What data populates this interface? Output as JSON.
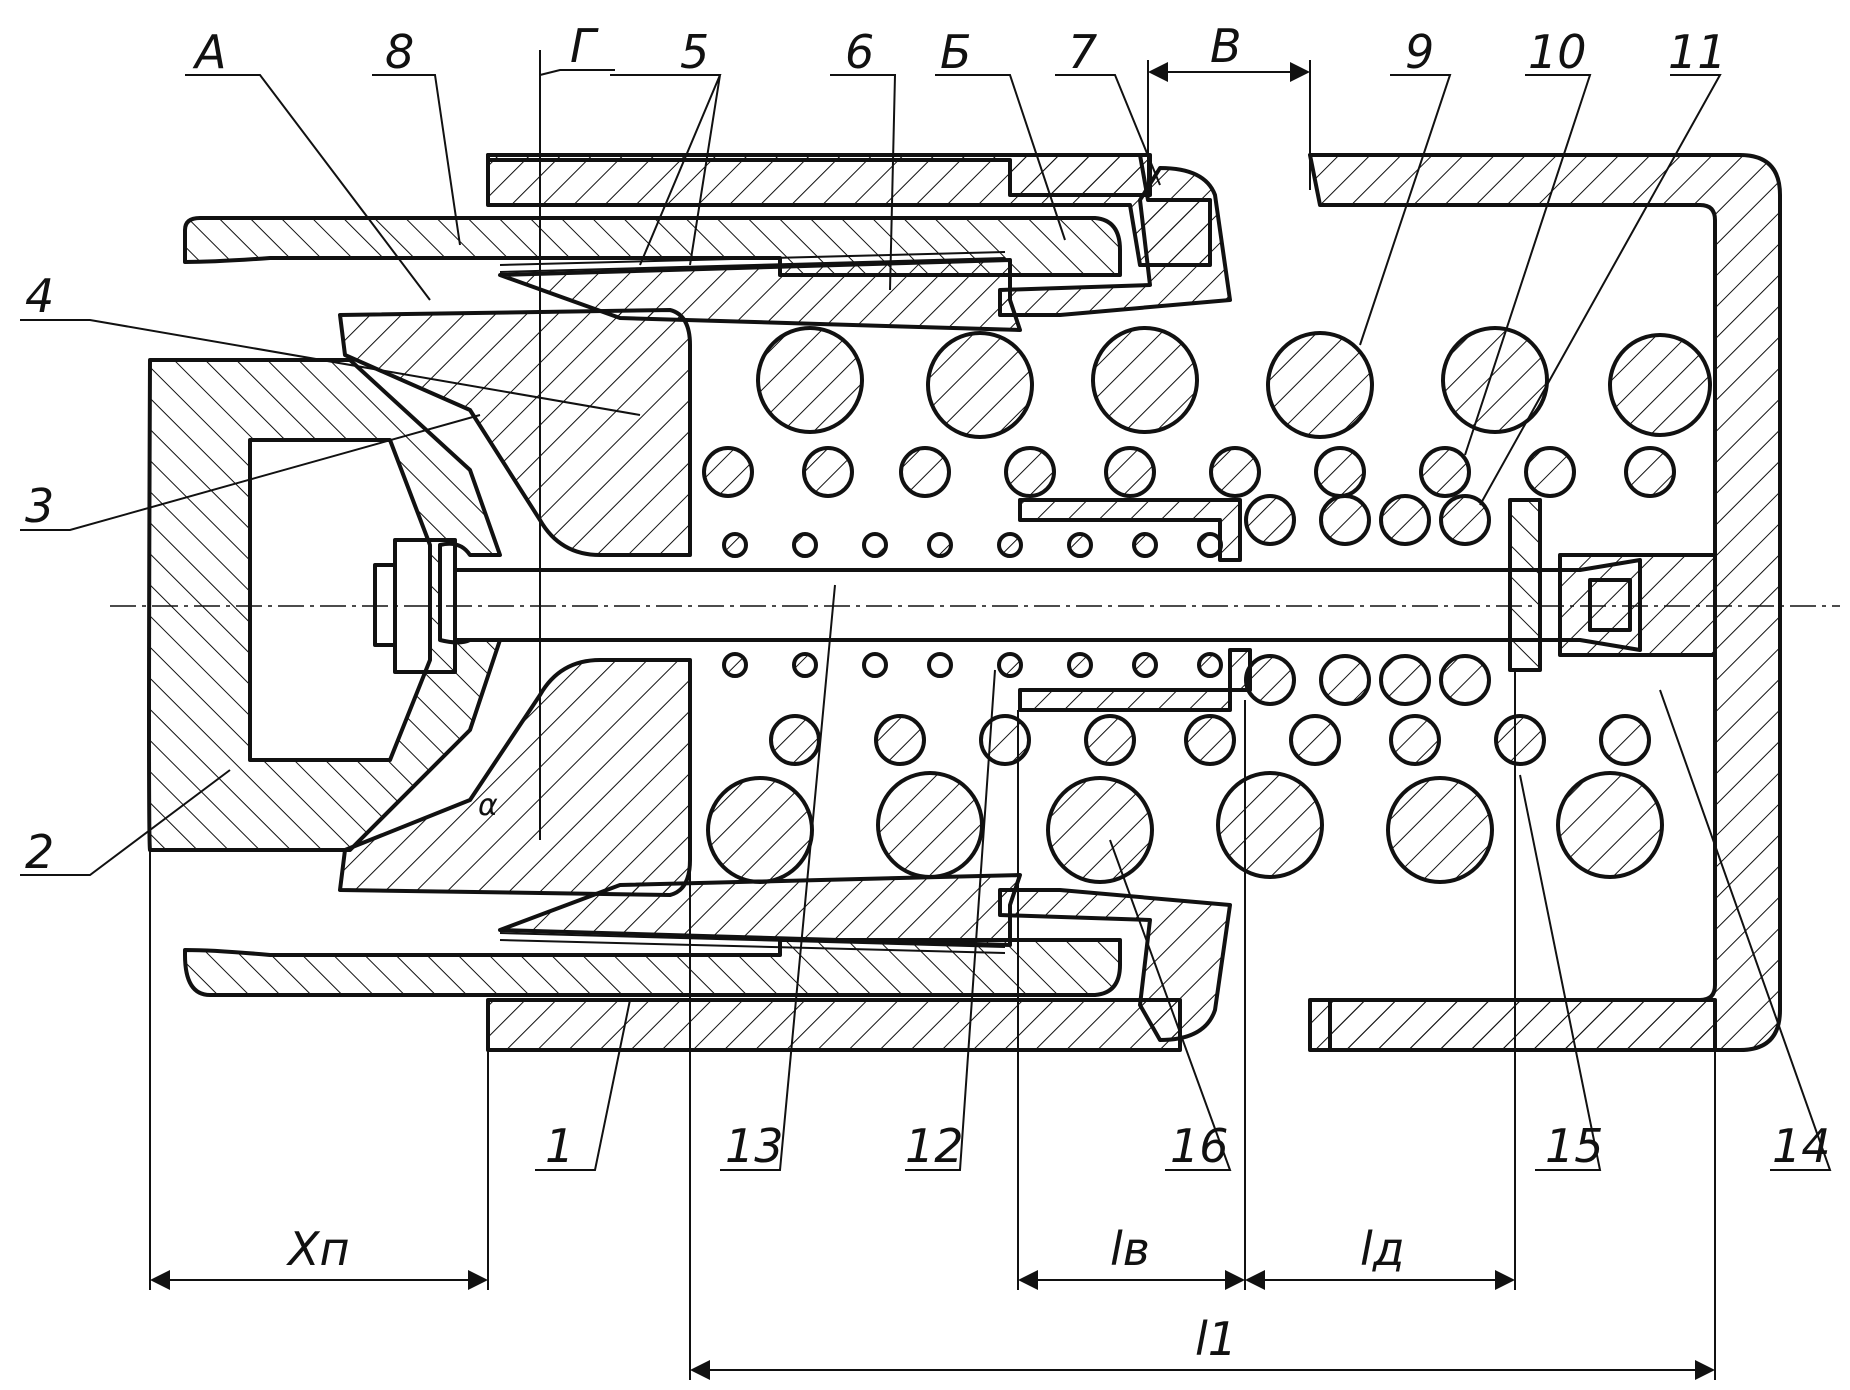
{
  "drawing": {
    "part_numbers": [
      "1",
      "2",
      "3",
      "4",
      "5",
      "6",
      "7",
      "8",
      "9",
      "10",
      "11",
      "12",
      "13",
      "14",
      "15",
      "16"
    ],
    "letter_labels": [
      "А",
      "Б",
      "В",
      "Г"
    ],
    "angle_label": "α",
    "dimensions": {
      "xn": "Xп",
      "lv": "lв",
      "ld": "lд",
      "l1": "l1"
    }
  }
}
